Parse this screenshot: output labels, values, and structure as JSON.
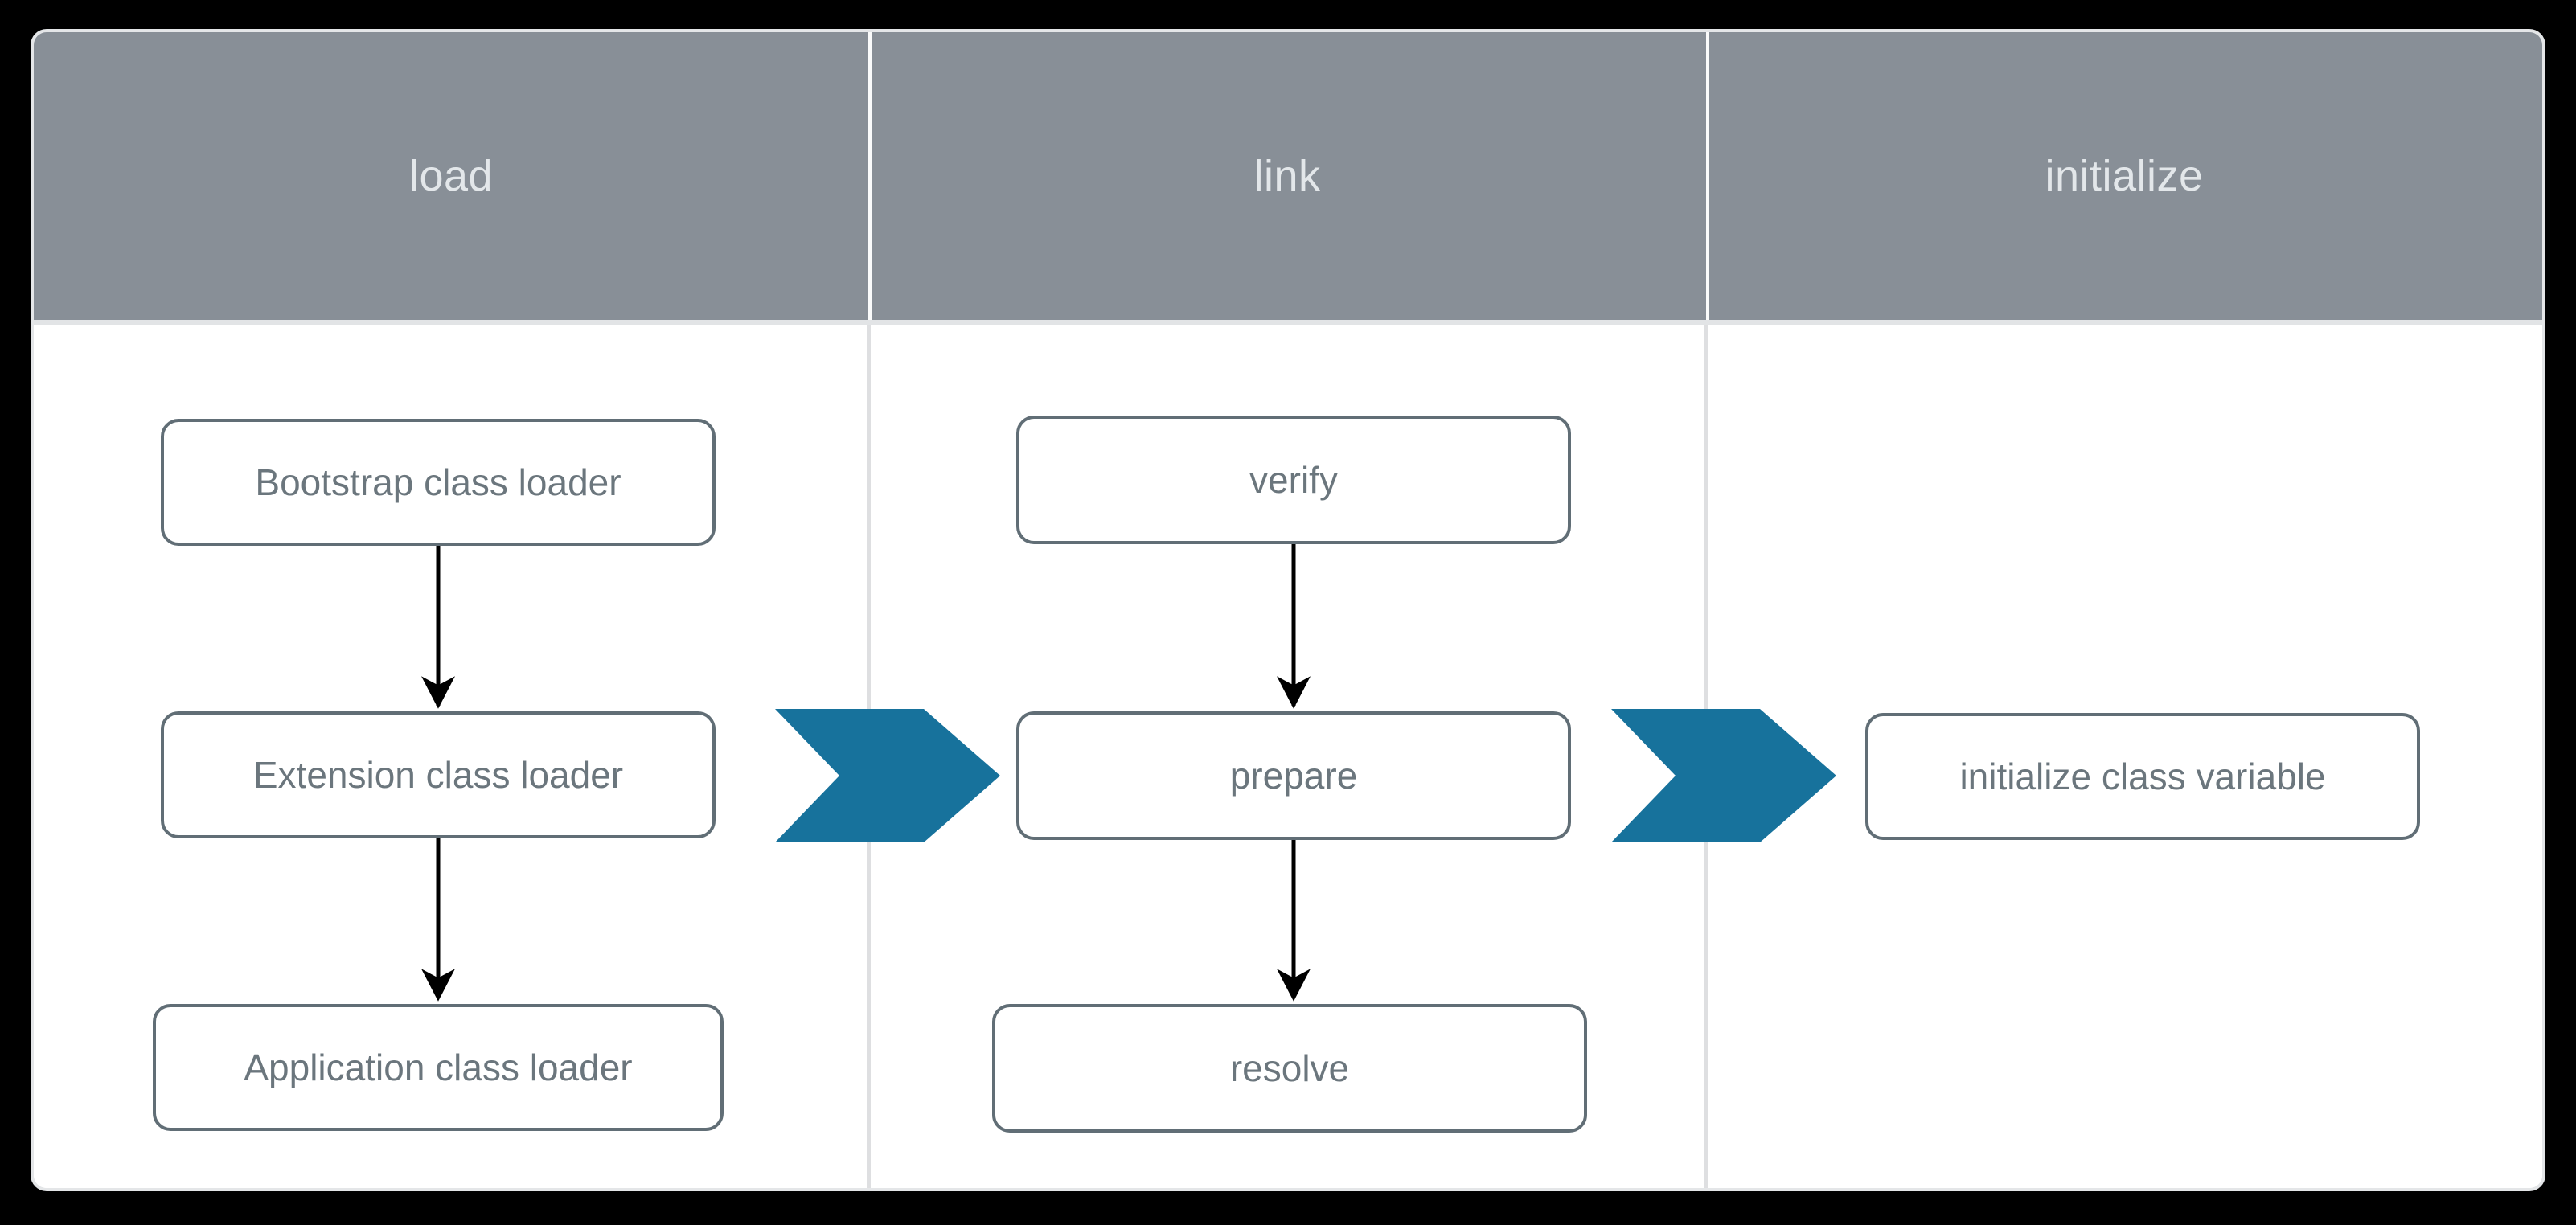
{
  "diagram": {
    "title_columns": [
      {
        "id": "load",
        "label": "load"
      },
      {
        "id": "link",
        "label": "link"
      },
      {
        "id": "initialize",
        "label": "initialize"
      }
    ],
    "colors": {
      "page_background": "#000000",
      "card_background": "#ffffff",
      "header_band": "#888f97",
      "header_text": "#e3e7ea",
      "box_border": "#616e76",
      "box_text": "#6b767d",
      "divider": "#dedfe1",
      "chevron_blue": "#17729c",
      "connector": "#000000"
    },
    "columns": {
      "load": {
        "header": "load",
        "nodes": [
          {
            "id": "bootstrap",
            "label": "Bootstrap class loader"
          },
          {
            "id": "extension",
            "label": "Extension class loader"
          },
          {
            "id": "application",
            "label": "Application class loader"
          }
        ],
        "connections": [
          {
            "from": "bootstrap",
            "to": "extension",
            "style": "arrow-down"
          },
          {
            "from": "extension",
            "to": "application",
            "style": "arrow-down"
          }
        ]
      },
      "link": {
        "header": "link",
        "nodes": [
          {
            "id": "verify",
            "label": "verify"
          },
          {
            "id": "prepare",
            "label": "prepare"
          },
          {
            "id": "resolve",
            "label": "resolve"
          }
        ],
        "connections": [
          {
            "from": "verify",
            "to": "prepare",
            "style": "arrow-down"
          },
          {
            "from": "prepare",
            "to": "resolve",
            "style": "arrow-down"
          }
        ]
      },
      "initialize": {
        "header": "initialize",
        "nodes": [
          {
            "id": "initvar",
            "label": "initialize class variable"
          }
        ],
        "connections": []
      }
    },
    "stage_arrows": [
      {
        "id": "load-to-link",
        "from": "load",
        "to": "link",
        "shape": "chevron-right"
      },
      {
        "id": "link-to-initialize",
        "from": "link",
        "to": "initialize",
        "shape": "chevron-right"
      }
    ]
  }
}
